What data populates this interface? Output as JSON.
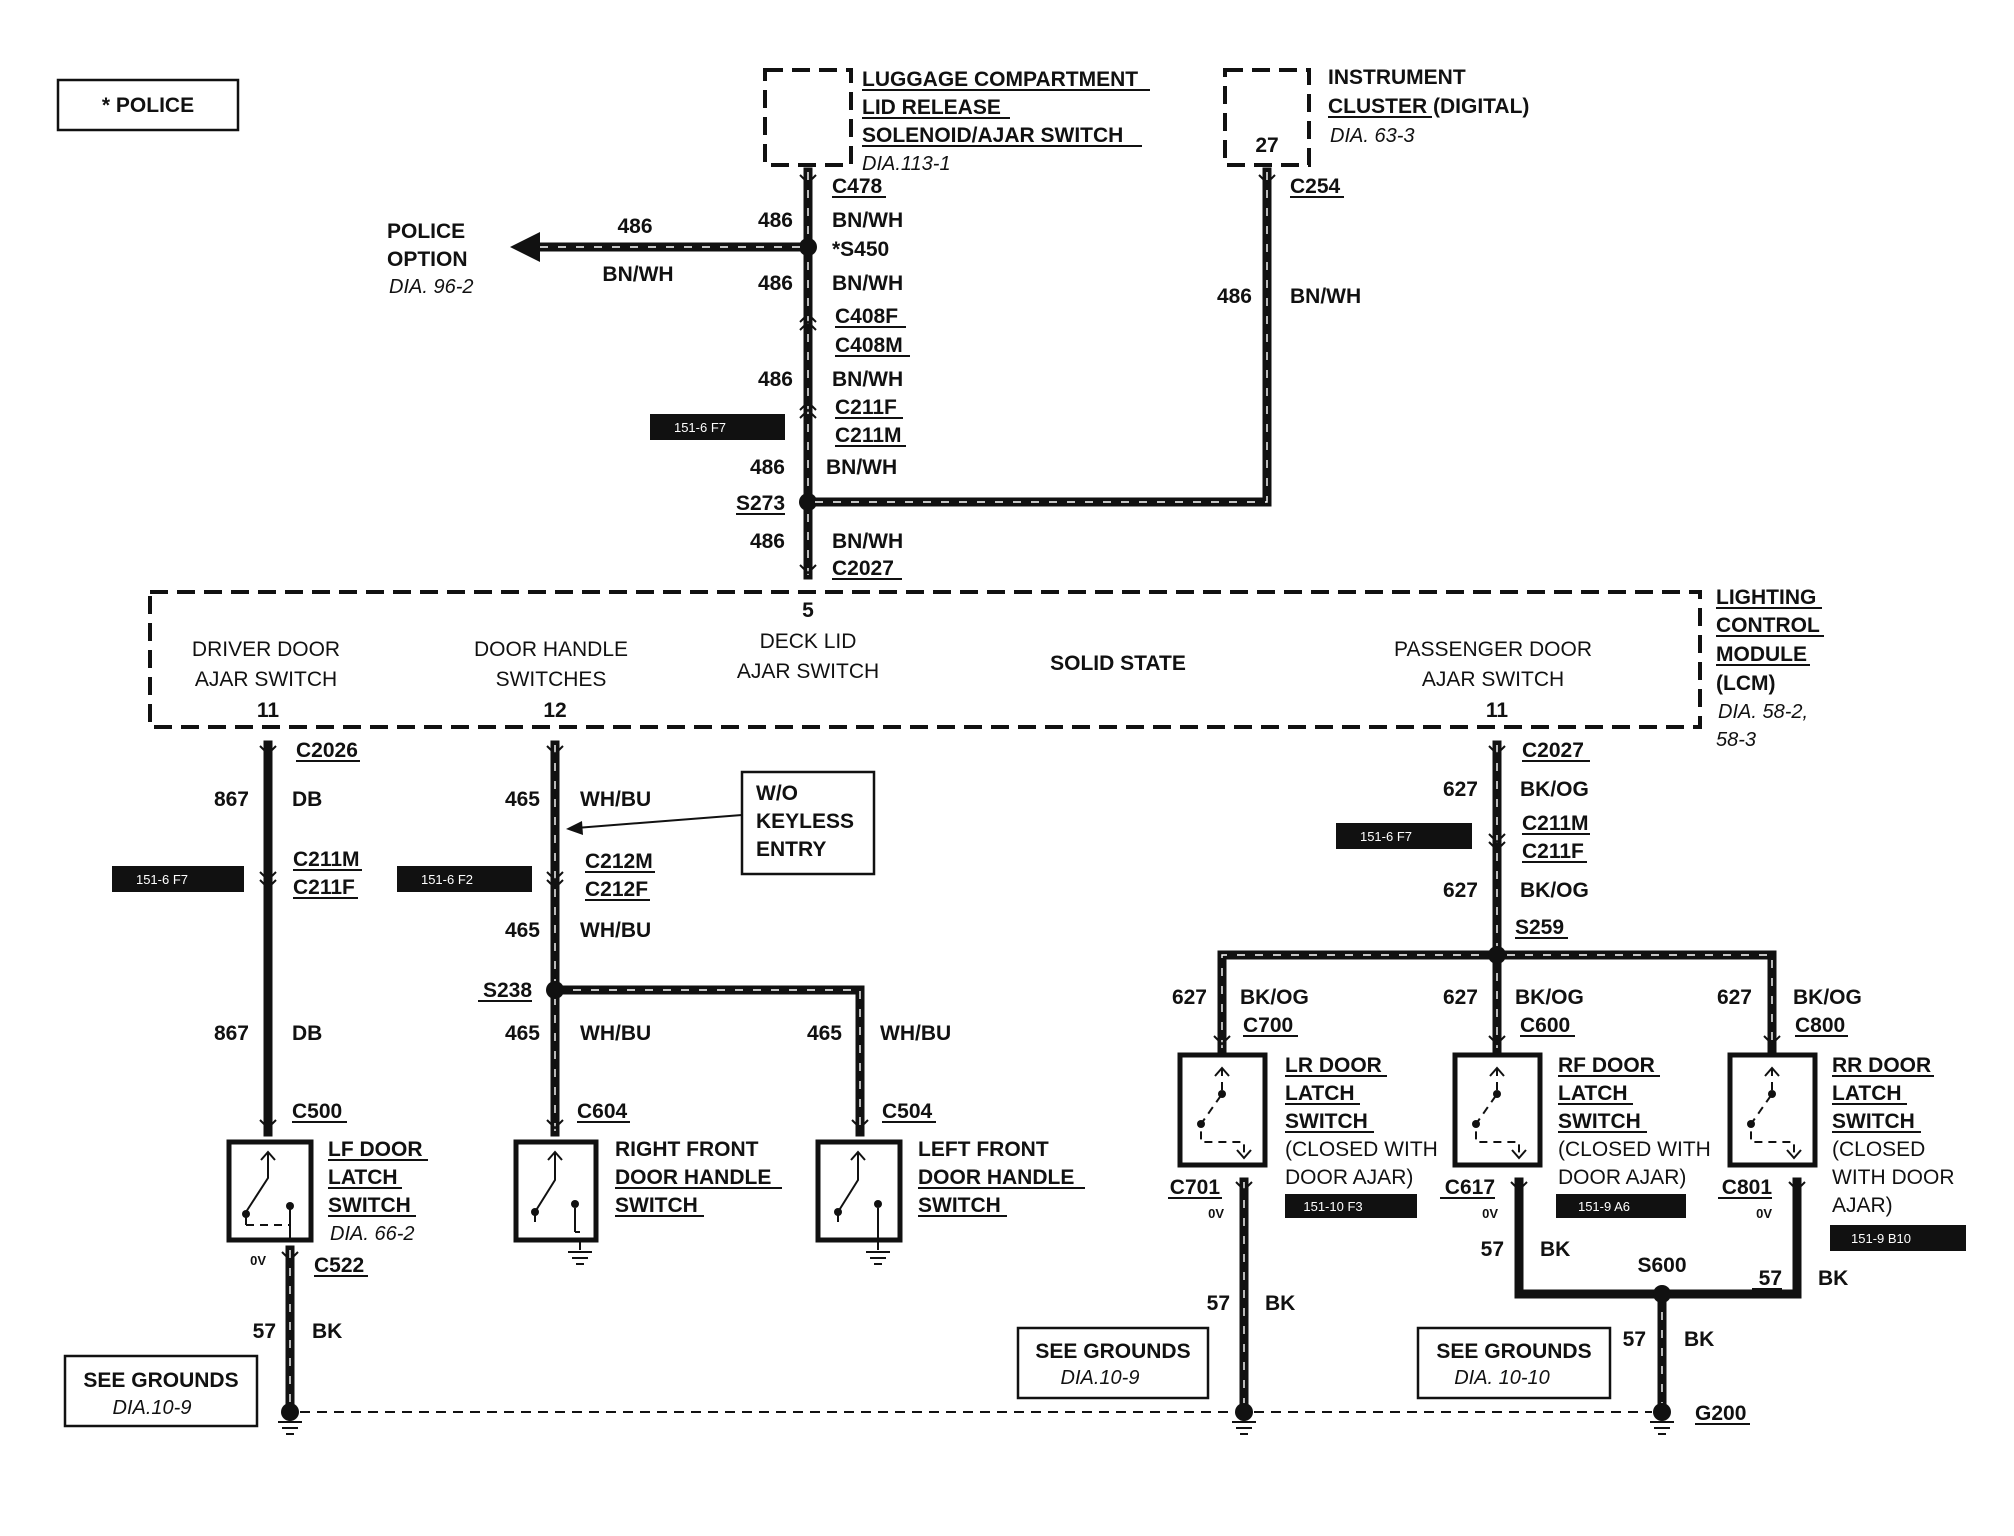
{
  "legend": {
    "police_note": "* POLICE"
  },
  "components": {
    "luggage": [
      "LUGGAGE COMPARTMENT",
      "LID RELEASE",
      "SOLENOID/AJAR SWITCH"
    ],
    "luggage_dia": "DIA.113-1",
    "cluster": [
      "INSTRUMENT",
      "CLUSTER (DIGITAL)"
    ],
    "cluster_dia": "DIA. 63-3",
    "cluster_pin": "27",
    "police_option": [
      "POLICE",
      "OPTION"
    ],
    "police_option_dia": "DIA. 96-2",
    "lcm": [
      "LIGHTING",
      "CONTROL",
      "MODULE",
      "(LCM)"
    ],
    "lcm_dia": [
      "DIA. 58-2,",
      "58-3"
    ],
    "lcm_inputs": {
      "driver": [
        "DRIVER  DOOR",
        "AJAR SWITCH"
      ],
      "driver_pin": "11",
      "handle": [
        "DOOR HANDLE",
        "SWITCHES"
      ],
      "handle_pin": "12",
      "deck_pin": "5",
      "deck": [
        "DECK LID",
        "AJAR SWITCH"
      ],
      "solid": "SOLID STATE",
      "passenger": [
        "PASSENGER DOOR",
        "AJAR SWITCH"
      ],
      "passenger_pin": "11"
    },
    "wo_keyless": [
      "W/O",
      "KEYLESS",
      "ENTRY"
    ],
    "lf_latch": [
      "LF DOOR",
      "LATCH",
      "SWITCH"
    ],
    "lf_latch_dia": "DIA. 66-2",
    "rf_handle": [
      "RIGHT FRONT",
      "DOOR HANDLE",
      "SWITCH"
    ],
    "lf_handle": [
      "LEFT FRONT",
      "DOOR HANDLE",
      "SWITCH"
    ],
    "lr_latch": [
      "LR DOOR",
      "LATCH",
      "SWITCH",
      "(CLOSED WITH",
      "DOOR AJAR)"
    ],
    "rf_latch": [
      "RF DOOR",
      "LATCH",
      "SWITCH",
      "(CLOSED WITH",
      "DOOR AJAR)"
    ],
    "rr_latch": [
      "RR DOOR",
      "LATCH",
      "SWITCH",
      "(CLOSED",
      "WITH DOOR",
      "AJAR)"
    ],
    "see_grounds_1": [
      "SEE GROUNDS",
      "DIA.10-9"
    ],
    "see_grounds_2": [
      "SEE GROUNDS",
      "DIA.10-9"
    ],
    "see_grounds_3": [
      "SEE GROUNDS",
      "DIA. 10-10"
    ]
  },
  "connectors": {
    "c478": "C478",
    "s450": "*S450",
    "c408f": "C408F",
    "c408m": "C408M",
    "c211f_top": "C211F",
    "c211m_top": "C211M",
    "s273": "S273",
    "c2027_top": "C2027",
    "c254": "C254",
    "c2026": "C2026",
    "c211m_l": "C211M",
    "c211f_l": "C211F",
    "c212m": "C212M",
    "c212f": "C212F",
    "s238": "S238",
    "c500": "C500",
    "c522": "C522",
    "c604": "C604",
    "c504": "C504",
    "c2027_r": "C2027",
    "c211m_r": "C211M",
    "c211f_r": "C211F",
    "s259": "S259",
    "c700": "C700",
    "c600": "C600",
    "c800": "C800",
    "c701": "C701",
    "c617": "C617",
    "c801": "C801",
    "s600": "S600",
    "g200": "G200"
  },
  "wires": {
    "c486": "486",
    "bn_wh": "BN/WH",
    "c867": "867",
    "db": "DB",
    "c465": "465",
    "wh_bu": "WH/BU",
    "c627": "627",
    "bk_og": "BK/OG",
    "c57": "57",
    "bk": "BK"
  },
  "zero_volts": "0V",
  "refs": {
    "r1": "151-6 F7",
    "r2": "151-6 F7",
    "r3": "151-6 F2",
    "r4": "151-6 F7",
    "r5": "151-10 F3",
    "r6": "151-9 A6",
    "r7": "151-9 B10"
  }
}
